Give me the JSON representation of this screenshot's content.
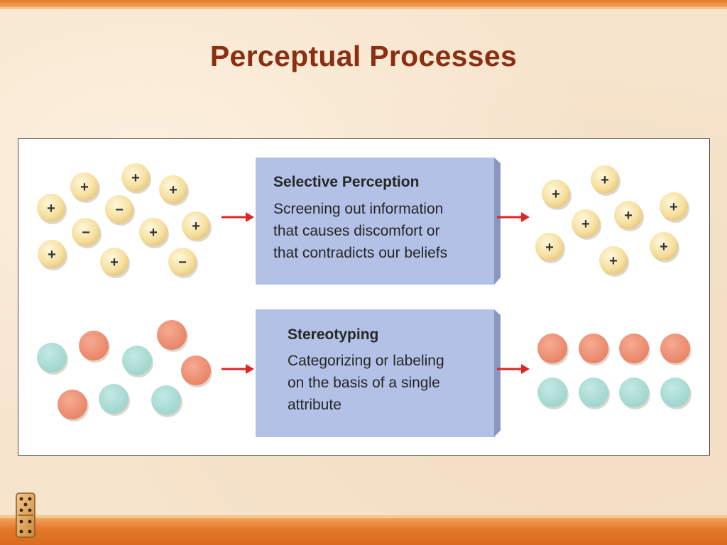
{
  "slide": {
    "title": "Perceptual Processes"
  },
  "diagram": {
    "selective": {
      "heading": "Selective Perception",
      "lines": [
        "Screening out information",
        "that causes discomfort or",
        "that contradicts our beliefs"
      ],
      "input_signs": [
        "+",
        "+",
        "+",
        "+",
        "−",
        "−",
        "+",
        "+",
        "+",
        "+",
        "−"
      ],
      "output_signs": [
        "+",
        "+",
        "+",
        "+",
        "+",
        "+",
        "+",
        "+"
      ]
    },
    "stereotyping": {
      "heading": "Stereotyping",
      "lines": [
        "Categorizing or labeling",
        "on the basis of a single",
        "attribute"
      ]
    }
  },
  "colors": {
    "title": "#8b2e12",
    "sign_circle": "#f7e3a6",
    "coral": "#ee8e74",
    "teal": "#a9ddd6",
    "box_face": "#b3c1e6",
    "arrow": "#e32424",
    "accent_bar": "#e4782a"
  }
}
